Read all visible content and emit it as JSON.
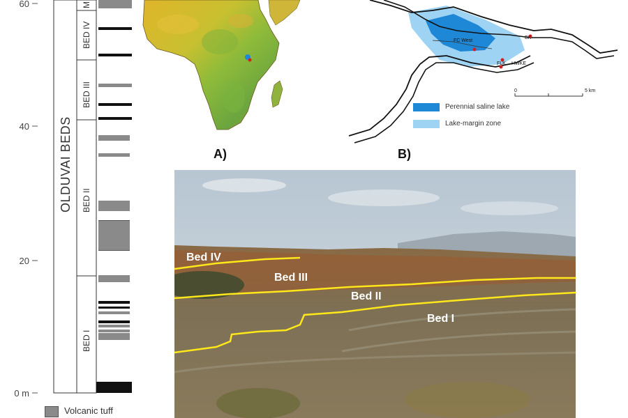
{
  "stratigraphy": {
    "title": "OLDUVAI BEDS",
    "ticks": [
      "60",
      "40",
      "20",
      "0 m"
    ],
    "beds": [
      "BED IV",
      "BED III",
      "BED II",
      "BED I"
    ],
    "top_partial_label": "M",
    "legend": "Volcanic tuff"
  },
  "panel_a": {
    "label": "A)"
  },
  "panel_b": {
    "label": "B)",
    "sites": [
      "FC West",
      "FLK",
      "HWKE",
      "BK"
    ],
    "scale": {
      "start": "0",
      "end": "5 km"
    },
    "legend": [
      "Perennial saline lake",
      "Lake-margin zone"
    ]
  },
  "photo": {
    "beds": [
      "Bed IV",
      "Bed III",
      "Bed II",
      "Bed I"
    ]
  },
  "colors": {
    "saline_lake": "#1e88d6",
    "lake_margin": "#9fd3f3",
    "tuff": "#8a8a8a",
    "line_yellow": "#ffe81a"
  }
}
